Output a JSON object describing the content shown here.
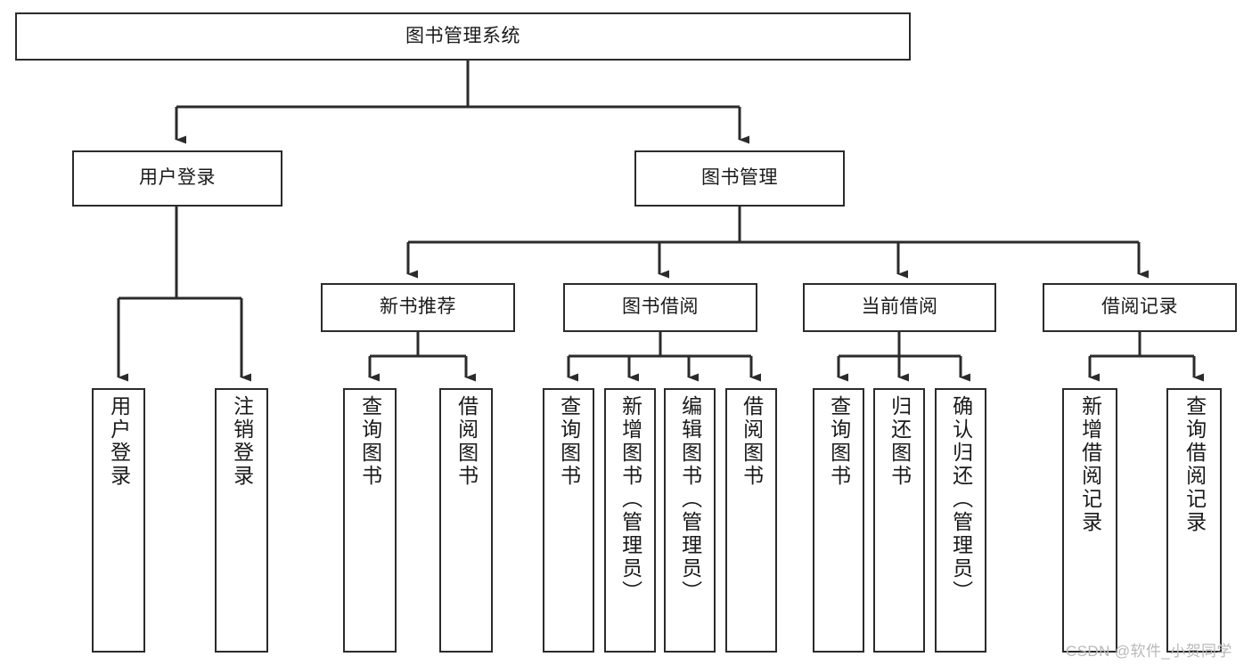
{
  "diagram": {
    "title": "图书管理系统",
    "type": "tree-structure-chart",
    "stroke_color": "#2b2b2b",
    "fill_color": "#ffffff",
    "text_color": "#1a1a1a",
    "nodes": {
      "root": {
        "label": "图书管理系统"
      },
      "level2": [
        {
          "label": "用户登录"
        },
        {
          "label": "图书管理"
        }
      ],
      "level3": [
        {
          "label": "新书推荐"
        },
        {
          "label": "图书借阅"
        },
        {
          "label": "当前借阅"
        },
        {
          "label": "借阅记录"
        }
      ],
      "leaves": [
        {
          "label": "用户登录"
        },
        {
          "label": "注销登录"
        },
        {
          "label": "查询图书"
        },
        {
          "label": "借阅图书"
        },
        {
          "label": "查询图书"
        },
        {
          "label": "新增图书（管理员）"
        },
        {
          "label": "编辑图书（管理员）"
        },
        {
          "label": "借阅图书"
        },
        {
          "label": "查询图书"
        },
        {
          "label": "归还图书"
        },
        {
          "label": "确认归还（管理员）"
        },
        {
          "label": "新增借阅记录"
        },
        {
          "label": "查询借阅记录"
        }
      ]
    }
  },
  "watermark": {
    "text": "CSDN @软件_小贺同学"
  }
}
